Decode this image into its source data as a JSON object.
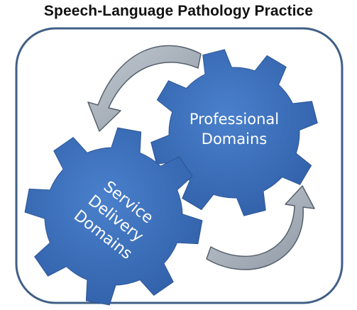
{
  "title": "Speech-Language Pathology Practice",
  "gears": {
    "professional": {
      "line1": "Professional",
      "line2": "Domains"
    },
    "service": {
      "line1": "Service",
      "line2": "Delivery",
      "line3": "Domains"
    }
  },
  "colors": {
    "frame_border": "#3f5f86",
    "gear_fill": "#3b6dba",
    "gear_dark": "#2c5597",
    "arrow_fill": "#a7b0ba",
    "arrow_stroke": "#56606c"
  }
}
